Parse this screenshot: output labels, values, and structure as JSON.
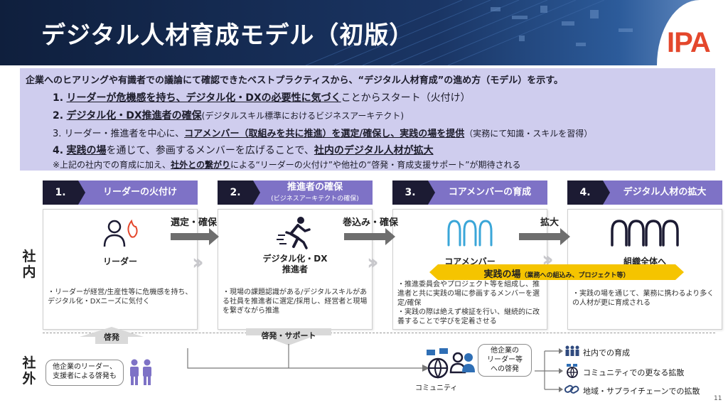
{
  "header": {
    "title": "デジタル人材育成モデル（初版）",
    "logo": "IPA"
  },
  "summary": {
    "intro": "企業へのヒアリングや有識者での議論にて確認できたベストプラクティスから、“デジタル人材育成”の進め方（モデル）を示す。",
    "p1_num": "1.",
    "p1_ul": "リーダーが危機感を持ち、デジタル化・DXの必要性に気づく",
    "p1_rest": "ことからスタート（火付け）",
    "p2_num": "2.",
    "p2_ul": "デジタル化・DX推進者の確保",
    "p2_rest": "(デジタルスキル標準におけるビジネスアーキテクト)",
    "p3_pre": "3. リーダー・推進者を中心に、",
    "p3_ul": "コアメンバー（取組みを共に推進）を選定/確保し、実践の場を提供",
    "p3_rest": "（実務にて知識・スキルを習得）",
    "p4_num": "4.",
    "p4_ul1": "実践の場",
    "p4_mid": "を通じて、参画するメンバーを広げることで、",
    "p4_ul2": "社内のデジタル人材が拡大",
    "note_pre": "※上記の社内での育成に加え、",
    "note_ul": "社外との繋がり",
    "note_rest": "による“リーダーの火付け”や他社の“啓発・育成支援サポート”が期待される"
  },
  "steps": [
    {
      "num": "1.",
      "label": "リーダーの火付け"
    },
    {
      "num": "2.",
      "label": "推進者の確保",
      "sub": "(ビジネスアーキテクトの確保)"
    },
    {
      "num": "3.",
      "label": "コアメンバーの育成"
    },
    {
      "num": "4.",
      "label": "デジタル人材の拡大"
    }
  ],
  "cards": [
    {
      "name": "リーダー",
      "desc": "・リーダーが経営/生産性等に危機感を持ち、デジタル化・DXニーズに気付く"
    },
    {
      "name1": "デジタル化・DX",
      "name2": "推進者",
      "desc": "・現場の課題認識がある/デジタルスキルがある社員を推進者に選定/採用し、経営者と現場を繋ぎながら推進"
    },
    {
      "name": "コアメンバー",
      "desc1": "・推進委員会やプロジェクト等を組成し、推進者と共に実践の場に参画するメンバーを選定/確保",
      "desc2": "・実践の際は絶えず検証を行い、継続的に改善することで学びを定着させる"
    },
    {
      "name": "組織全体へ",
      "desc": "・実践の場を通じて、業務に携わるより多くの人材が更に育成される"
    }
  ],
  "arrows": {
    "a1": "選定・確保",
    "a2": "巻込み・確保",
    "a3": "拡大",
    "practice_main": "実践の場",
    "practice_sub": "（業務への組込み、プロジェクト等）"
  },
  "sides": {
    "internal": "社\n内",
    "external": "社\n外"
  },
  "external": {
    "up1": "啓発",
    "up2": "啓発・サポート",
    "pill_left": "他企業のリーダー、\n支援者による啓発も",
    "pill_right": "他企業の\nリーダー等\nへの啓発",
    "community": "コミュニティ",
    "results": [
      "社内での育成",
      "コミュニティでの更なる拡散",
      "地域・サプライチェーンでの拡散"
    ]
  },
  "page_number": "11",
  "colors": {
    "accent": "#7e72c6",
    "tab_dark": "#1c1b33",
    "summary_bg": "#cfcdee",
    "practice_bar": "#f5c400",
    "logo_red": "#e4472c"
  }
}
